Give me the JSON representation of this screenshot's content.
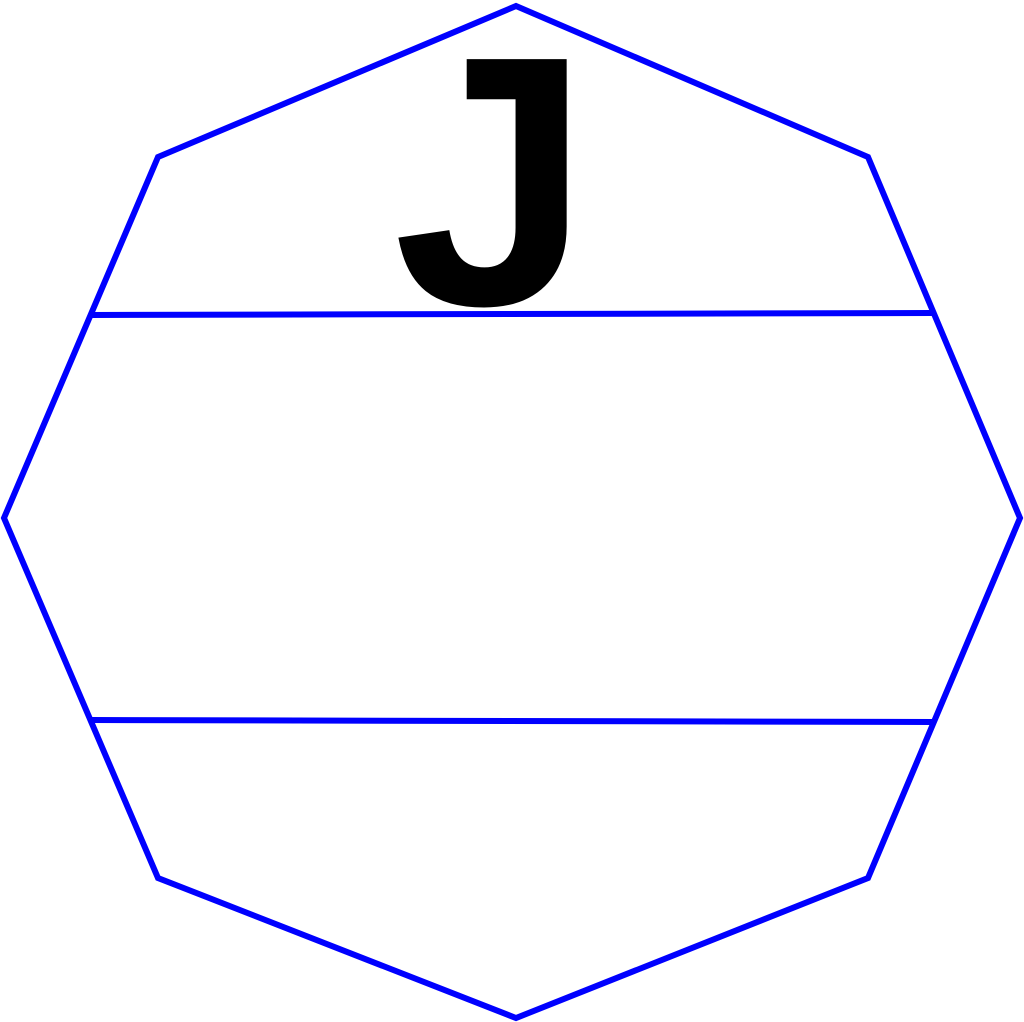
{
  "diagram": {
    "shape": "octagon",
    "line_color": "#0000ff",
    "text_color": "#000000",
    "background": "#ffffff",
    "labels": {
      "top_vertex": "J"
    },
    "chords": [
      {
        "from_edge": "upper-left",
        "to_edge": "upper-right"
      },
      {
        "from_edge": "lower-left",
        "to_edge": "lower-right"
      }
    ]
  }
}
